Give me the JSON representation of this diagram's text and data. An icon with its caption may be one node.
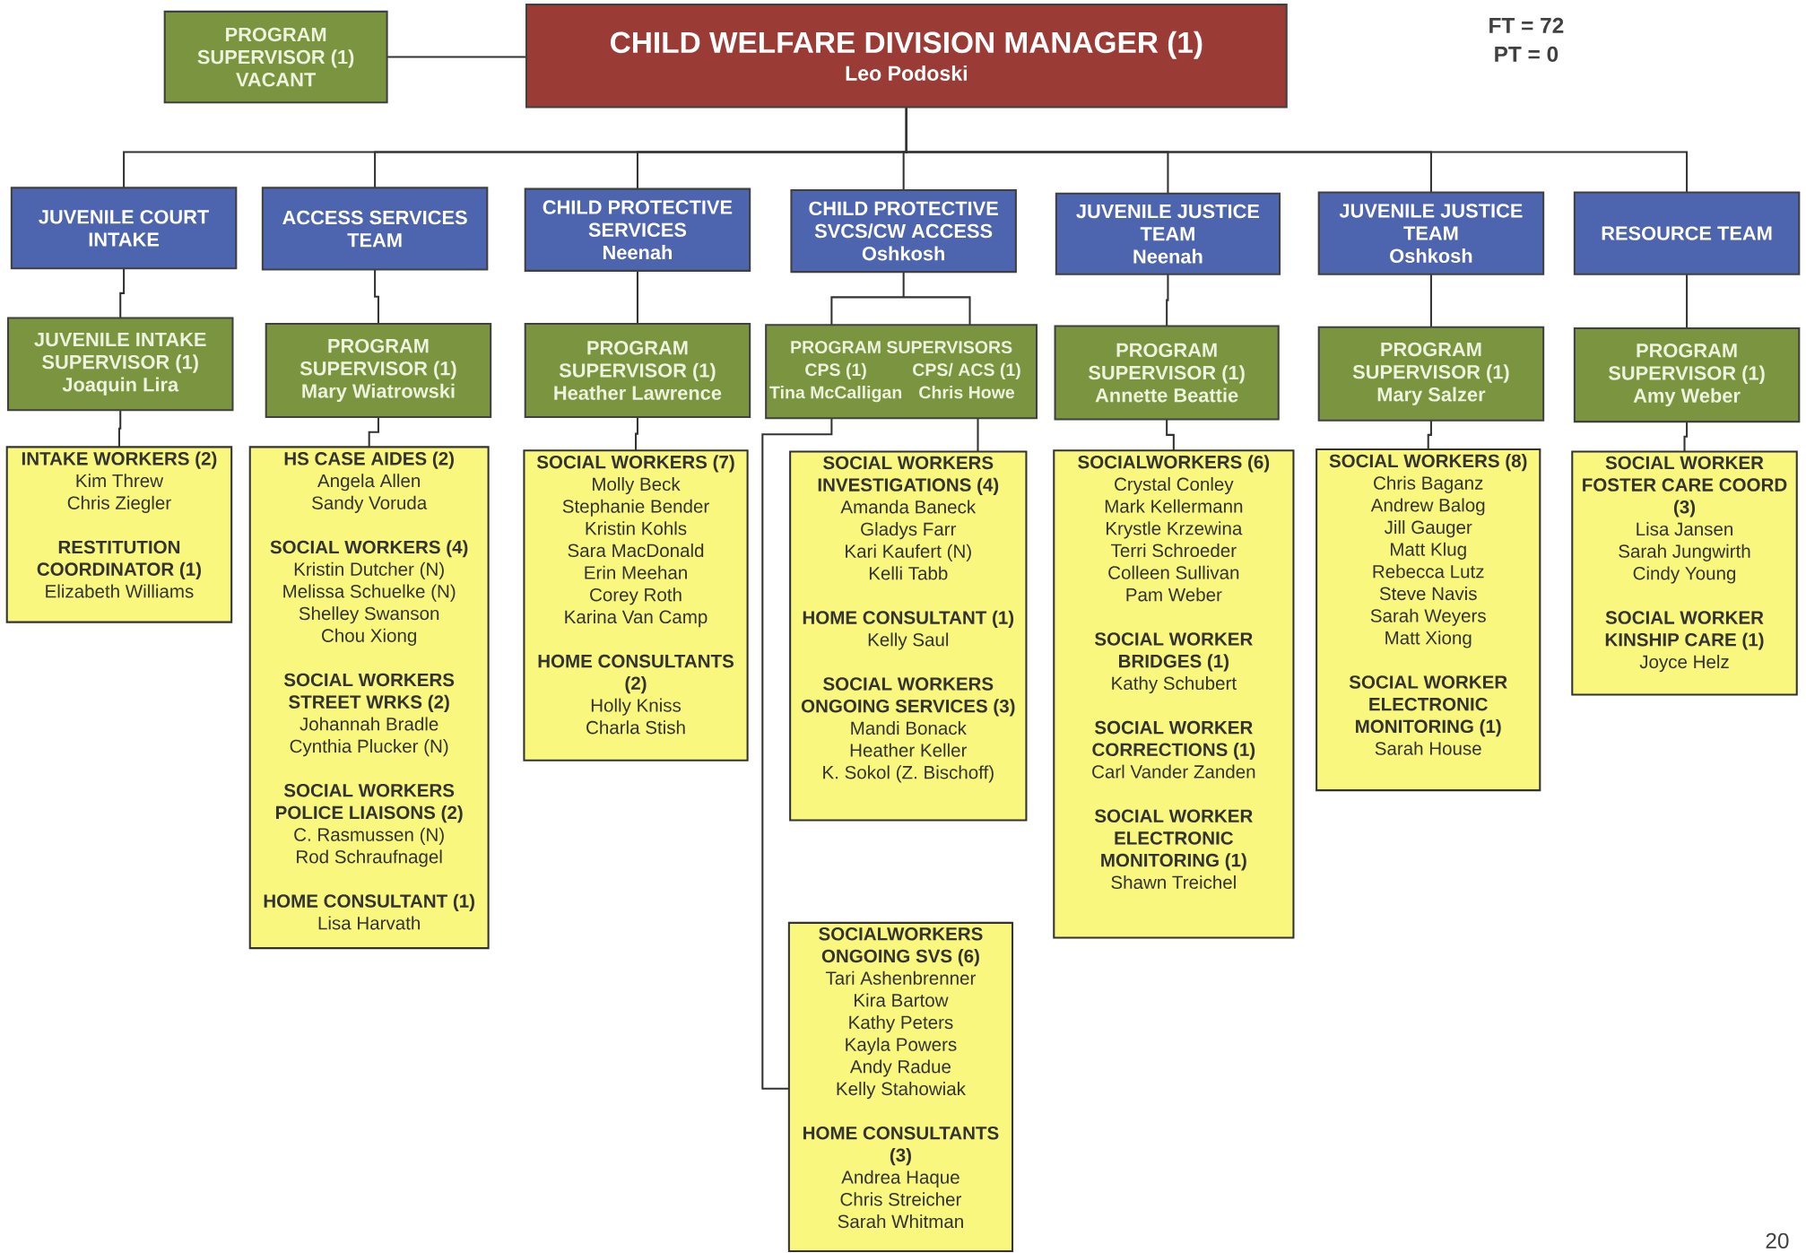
{
  "diagram": {
    "nodes": [
      {
        "text": [
          "PROGRAM SUPERVISOR (1)",
          "VACANT"
        ]
      },
      {
        "text": [
          "CHILD WELFARE DIVISION MANAGER (1)",
          "Leo Podoski"
        ]
      },
      {
        "text": [
          "JUVENILE COURT INTAKE"
        ]
      },
      {
        "text": [
          "ACCESS SERVICES TEAM"
        ]
      },
      {
        "text": [
          "CHILD PROTECTIVE SERVICES",
          "Neenah"
        ]
      },
      {
        "text": [
          "CHILD PROTECTIVE SVCS/CW ACCESS",
          "Oshkosh"
        ]
      },
      {
        "text": [
          "JUVENILE JUSTICE TEAM",
          "Neenah"
        ]
      },
      {
        "text": [
          "JUVENILE JUSTICE TEAM",
          "Oshkosh"
        ]
      },
      {
        "text": [
          "RESOURCE TEAM"
        ]
      },
      {
        "text": [
          "JUVENILE INTAKE SUPERVISOR (1)",
          "Joaquin Lira"
        ]
      },
      {
        "text": [
          "PROGRAM SUPERVISOR (1)",
          "Mary Wiatrowski"
        ]
      },
      {
        "text": [
          "PROGRAM SUPERVISOR (1)",
          "Heather Lawrence"
        ]
      },
      {
        "text": [
          "PROGRAM SUPERVISORS",
          "CPS (1)",
          "CPS/ ACS (1)",
          "Tina McCalligan",
          "Chris Howe"
        ]
      },
      {
        "text": [
          "PROGRAM SUPERVISOR (1)",
          "Annette Beattie"
        ]
      },
      {
        "text": [
          "PROGRAM SUPERVISOR (1)",
          "Mary Salzer"
        ]
      },
      {
        "text": [
          "PROGRAM SUPERVISOR (1)",
          "Amy Weber"
        ]
      },
      {
        "text": [
          "INTAKE WORKERS (2)",
          "Kim Threw",
          "Chris Ziegler",
          "RESTITUTION COORDINATOR (1)",
          "Elizabeth Williams"
        ]
      },
      {
        "text": [
          "HS CASE AIDES (2)",
          "Angela Allen",
          "Sandy Voruda",
          "SOCIAL WORKERS (4)",
          "Kristin Dutcher (N)",
          "Melissa Schuelke (N)",
          "Shelley Swanson",
          "Chou Xiong",
          "SOCIAL WORKERS STREET WRKS (2)",
          "Johannah Bradle",
          "Cynthia Plucker (N)",
          "SOCIAL WORKERS POLICE LIAISONS (2)",
          "C. Rasmussen (N)",
          "Rod Schraufnagel",
          "HOME CONSULTANT (1)",
          "Lisa Harvath"
        ]
      },
      {
        "text": [
          "SOCIAL WORKERS (7)",
          "Molly Beck",
          "Stephanie Bender",
          "Kristin Kohls",
          "Sara MacDonald",
          "Erin Meehan",
          "Corey Roth",
          "Karina Van Camp",
          "HOME CONSULTANTS (2)",
          "Holly Kniss",
          "Charla Stish"
        ]
      },
      {
        "text": [
          "SOCIAL WORKERS INVESTIGATIONS (4)",
          "Amanda Baneck",
          "Gladys Farr",
          "Kari Kaufert (N)",
          "Kelli Tabb",
          "HOME CONSULTANT (1)",
          "Kelly Saul",
          "SOCIAL WORKERS ONGOING SERVICES (3)",
          "Mandi Bonack",
          "Heather Keller",
          "K. Sokol (Z. Bischoff)"
        ]
      },
      {
        "text": [
          "SOCIALWORKERS ONGOING SVS (6)",
          "Tari Ashenbrenner",
          "Kira Bartow",
          "Kathy Peters",
          "Kayla Powers",
          "Andy Radue",
          "Kelly Stahowiak",
          "HOME CONSULTANTS (3)",
          "Andrea Haque",
          "Chris Streicher",
          "Sarah Whitman"
        ]
      },
      {
        "text": [
          "SOCIALWORKERS (6)",
          "Crystal Conley",
          "Mark Kellermann",
          "Krystle Krzewina",
          "Terri Schroeder",
          "Colleen Sullivan",
          "Pam Weber",
          "SOCIAL WORKER BRIDGES (1)",
          "Kathy Schubert",
          "SOCIAL WORKER CORRECTIONS (1)",
          "Carl Vander Zanden",
          "SOCIAL WORKER ELECTRONIC MONITORING (1)",
          "Shawn Treichel"
        ]
      },
      {
        "text": [
          "SOCIAL WORKERS (8)",
          "Chris Baganz",
          "Andrew Balog",
          "Jill Gauger",
          "Matt Klug",
          "Rebecca Lutz",
          "Steve Navis",
          "Sarah Weyers",
          "Matt Xiong",
          "SOCIAL WORKER ELECTRONIC MONITORING (1)",
          "Sarah House"
        ]
      },
      {
        "text": [
          "SOCIAL WORKER FOSTER CARE COORD (3)",
          "Lisa Jansen",
          "Sarah Jungwirth",
          "Cindy Young",
          "SOCIAL WORKER KINSHIP CARE (1)",
          "Joyce Helz"
        ]
      }
    ],
    "edges": [
      {
        "from": 1,
        "to": 0,
        "arrow": "none"
      },
      {
        "from": 1,
        "to": 2,
        "arrow": "none"
      },
      {
        "from": 1,
        "to": 3,
        "arrow": "none"
      },
      {
        "from": 1,
        "to": 4,
        "arrow": "none"
      },
      {
        "from": 1,
        "to": 5,
        "arrow": "none"
      },
      {
        "from": 1,
        "to": 6,
        "arrow": "none"
      },
      {
        "from": 1,
        "to": 7,
        "arrow": "none"
      },
      {
        "from": 1,
        "to": 8,
        "arrow": "none"
      },
      {
        "from": 2,
        "to": 9,
        "arrow": "none"
      },
      {
        "from": 3,
        "to": 10,
        "arrow": "none"
      },
      {
        "from": 4,
        "to": 11,
        "arrow": "none"
      },
      {
        "from": 5,
        "to": 12,
        "arrow": "none"
      },
      {
        "from": 6,
        "to": 13,
        "arrow": "none"
      },
      {
        "from": 7,
        "to": 14,
        "arrow": "none"
      },
      {
        "from": 8,
        "to": 15,
        "arrow": "none"
      },
      {
        "from": 9,
        "to": 16,
        "arrow": "none"
      },
      {
        "from": 10,
        "to": 17,
        "arrow": "none"
      },
      {
        "from": 11,
        "to": 18,
        "arrow": "none"
      },
      {
        "from": 12,
        "to": 19,
        "arrow": "none"
      },
      {
        "from": 12,
        "to": 20,
        "arrow": "none"
      },
      {
        "from": 13,
        "to": 21,
        "arrow": "none"
      },
      {
        "from": 14,
        "to": 22,
        "arrow": "none"
      },
      {
        "from": 15,
        "to": 23,
        "arrow": "none"
      }
    ],
    "labels": [
      "FT = 72",
      "PT = 0",
      "20"
    ]
  }
}
